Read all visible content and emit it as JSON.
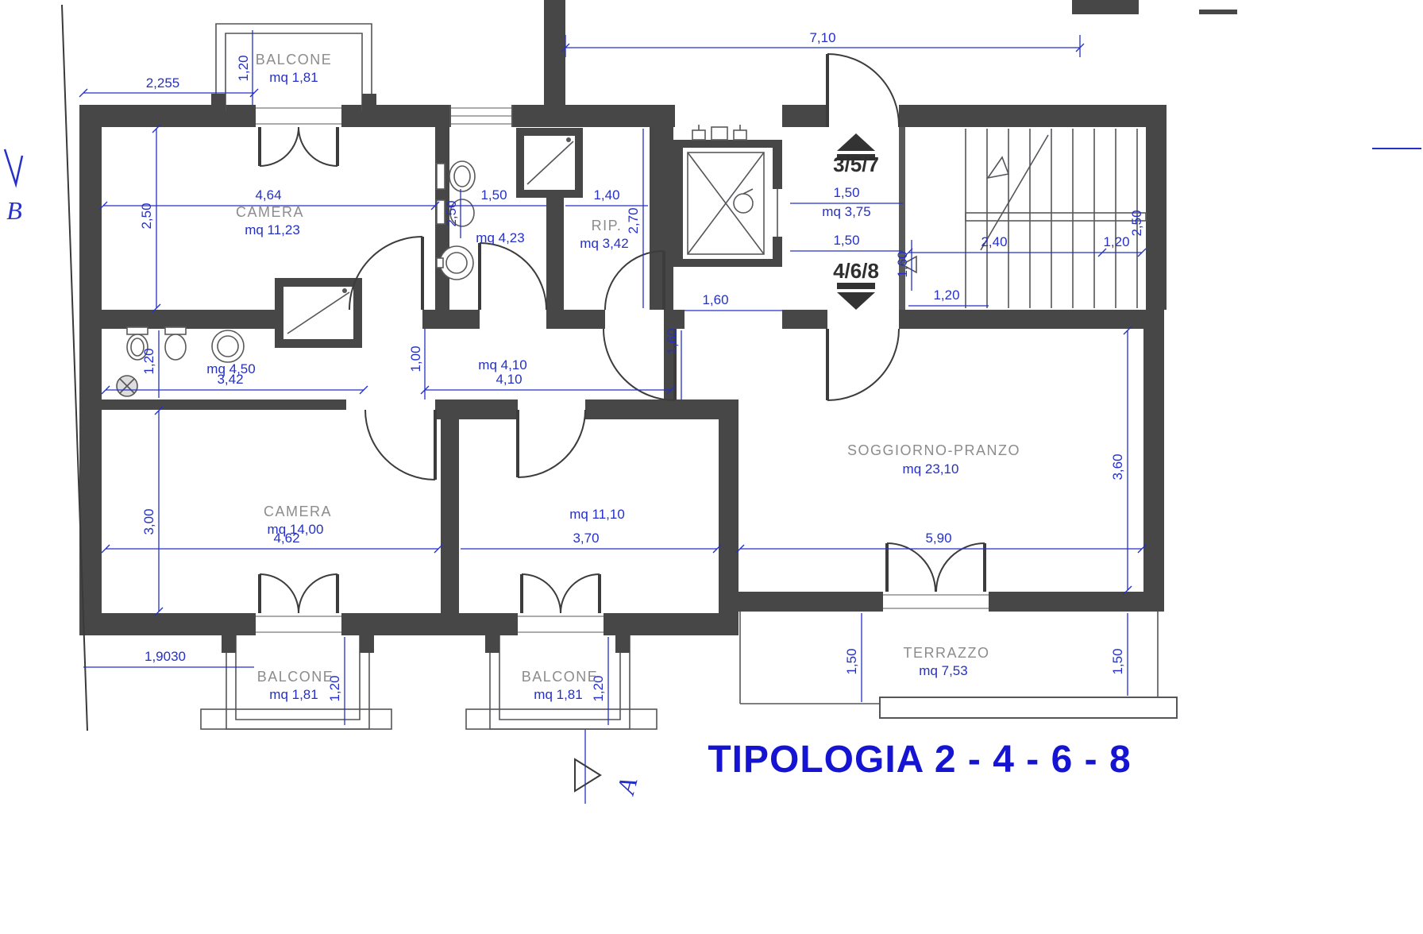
{
  "title": "TIPOLOGIA 2 - 4 - 6 - 8",
  "section": {
    "b": "B",
    "a": "A"
  },
  "units": {
    "up": "3/5/7",
    "down": "4/6/8"
  },
  "rooms": {
    "balcone_top": {
      "name": "BALCONE",
      "area": "mq 1,81"
    },
    "camera_top": {
      "name": "CAMERA",
      "area": "mq 11,23"
    },
    "bagno_top": {
      "area": "mq 4,23"
    },
    "rip": {
      "name": "RIP.",
      "area": "mq 3,42"
    },
    "landing": {
      "area": "mq 3,75"
    },
    "bagno_left": {
      "area": "mq 4,50"
    },
    "disimpegno": {
      "area": "mq 4,10"
    },
    "camera_bottom": {
      "name": "CAMERA",
      "area": "mq 14,00"
    },
    "camera_mid": {
      "area": "mq 11,10"
    },
    "soggiorno": {
      "name": "SOGGIORNO-PRANZO",
      "area": "mq 23,10"
    },
    "terrazzo": {
      "name": "TERRAZZO",
      "area": "mq 7,53"
    },
    "balcone_bl": {
      "name": "BALCONE",
      "area": "mq 1,81"
    },
    "balcone_bm": {
      "name": "BALCONE",
      "area": "mq 1,81"
    }
  },
  "dims": {
    "w710": "7,10",
    "w2255": "2,255",
    "v120bt": "1,20",
    "w464": "4,64",
    "v250l": "2,50",
    "w150b": "1,50",
    "v250b": "2,50",
    "w140": "1,40",
    "v270": "2,70",
    "w150la": "1,50",
    "w150lb": "1,50",
    "w240": "2,40",
    "w120sr": "1,20",
    "v250r": "2,50",
    "v160s": "1,60",
    "w120sb": "1,20",
    "w160h": "1,60",
    "v160h": "1,60",
    "v100": "1,00",
    "w410": "4,10",
    "w342": "3,42",
    "v120b": "1,20",
    "v300": "3,00",
    "w462": "4,62",
    "w370": "3,70",
    "w590": "5,90",
    "v360": "3,60",
    "v150tl": "1,50",
    "v150tr": "1,50",
    "w19030": "1,9030",
    "v120bl": "1,20",
    "v120bm": "1,20"
  },
  "colors": {
    "wall": "#474747",
    "dimension": "#2430c8",
    "room_label": "#8c8c8c",
    "title": "#1414d2"
  }
}
